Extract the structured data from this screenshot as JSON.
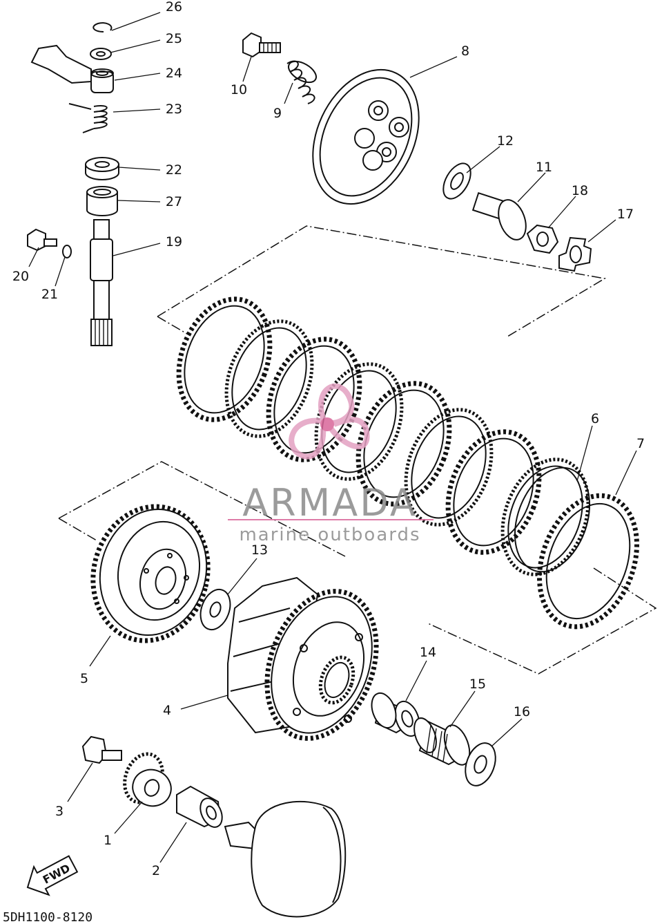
{
  "diagram_code": "5DH1100-8120",
  "fwd_label": "FWD",
  "watermark": {
    "brand": "ARMADA",
    "tagline": "marine outboards",
    "accent_color": "#d9669a"
  },
  "callouts": [
    {
      "id": "1",
      "label": "1"
    },
    {
      "id": "2",
      "label": "2"
    },
    {
      "id": "3",
      "label": "3"
    },
    {
      "id": "4",
      "label": "4"
    },
    {
      "id": "5",
      "label": "5"
    },
    {
      "id": "6",
      "label": "6"
    },
    {
      "id": "7",
      "label": "7"
    },
    {
      "id": "8",
      "label": "8"
    },
    {
      "id": "9",
      "label": "9"
    },
    {
      "id": "10",
      "label": "10"
    },
    {
      "id": "11",
      "label": "11"
    },
    {
      "id": "12",
      "label": "12"
    },
    {
      "id": "13",
      "label": "13"
    },
    {
      "id": "14",
      "label": "14"
    },
    {
      "id": "15",
      "label": "15"
    },
    {
      "id": "16",
      "label": "16"
    },
    {
      "id": "17",
      "label": "17"
    },
    {
      "id": "18",
      "label": "18"
    },
    {
      "id": "19",
      "label": "19"
    },
    {
      "id": "20",
      "label": "20"
    },
    {
      "id": "21",
      "label": "21"
    },
    {
      "id": "22",
      "label": "22"
    },
    {
      "id": "23",
      "label": "23"
    },
    {
      "id": "24",
      "label": "24"
    },
    {
      "id": "25",
      "label": "25"
    },
    {
      "id": "26",
      "label": "26"
    },
    {
      "id": "27",
      "label": "27"
    }
  ]
}
